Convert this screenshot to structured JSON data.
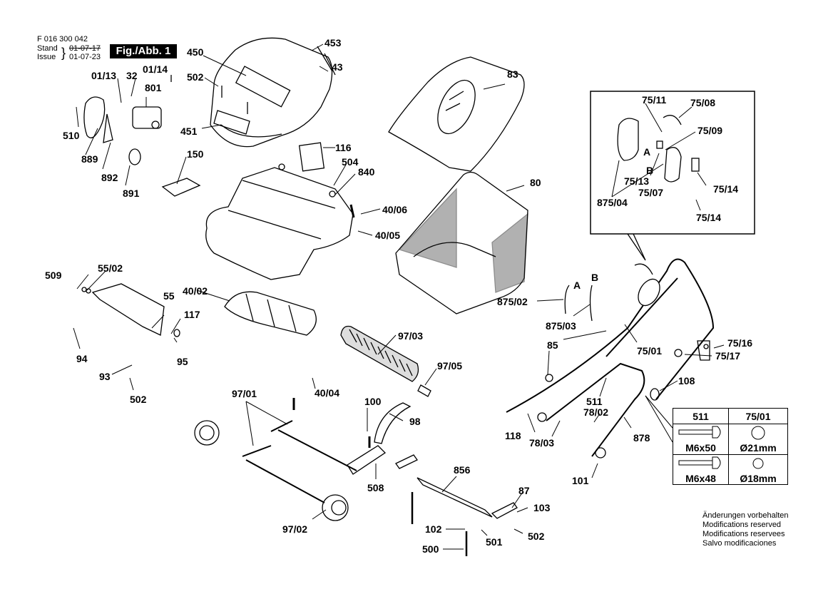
{
  "header": {
    "doc_number": "F 016 300 042",
    "stand_label": "Stand",
    "issue_label": "Issue",
    "old_date": "01-07-17",
    "new_date": "01-07-23",
    "figure_label": "Fig./Abb. 1"
  },
  "parts": {
    "p453": "453",
    "p43": "43",
    "p450": "450",
    "p502a": "502",
    "p451": "451",
    "p01_13": "01/13",
    "p32": "32",
    "p01_14": "01/14",
    "p801": "801",
    "p510": "510",
    "p889": "889",
    "p892": "892",
    "p891": "891",
    "p150": "150",
    "p116": "116",
    "p504": "504",
    "p840": "840",
    "p40_06": "40/06",
    "p40_05": "40/05",
    "p83": "83",
    "p80": "80",
    "p509": "509",
    "p55_02": "55/02",
    "p55": "55",
    "p40_02": "40/02",
    "p117": "117",
    "p94": "94",
    "p95": "95",
    "p93": "93",
    "p502b": "502",
    "p97_03": "97/03",
    "p97_05": "97/05",
    "p40_04": "40/04",
    "p97_01": "97/01",
    "p100": "100",
    "p98": "98",
    "p508": "508",
    "p97_02": "97/02",
    "p856": "856",
    "p87": "87",
    "p103": "103",
    "p102": "102",
    "p501": "501",
    "p502c": "502",
    "p500": "500",
    "p875_02": "875/02",
    "p875_03": "875/03",
    "pA": "A",
    "pB": "B",
    "p85": "85",
    "p75_01": "75/01",
    "p75_16": "75/16",
    "p75_17": "75/17",
    "p108": "108",
    "p511": "511",
    "p78_02": "78/02",
    "p118": "118",
    "p78_03": "78/03",
    "p878": "878",
    "p101": "101"
  },
  "inset": {
    "p75_11": "75/11",
    "p75_08": "75/08",
    "p75_09": "75/09",
    "pA": "A",
    "pB": "B",
    "p75_13": "75/13",
    "p75_07": "75/07",
    "p75_14a": "75/14",
    "p875_04": "875/04",
    "p75_14b": "75/14"
  },
  "spec_table": {
    "headers": [
      "511",
      "75/01"
    ],
    "rows": [
      [
        "M6x50",
        "Ø21mm"
      ],
      [
        "M6x48",
        "Ø18mm"
      ]
    ]
  },
  "notes": [
    "Änderungen vorbehalten",
    "Modifications reserved",
    "Modifications reservees",
    "Salvo modificaciones"
  ]
}
